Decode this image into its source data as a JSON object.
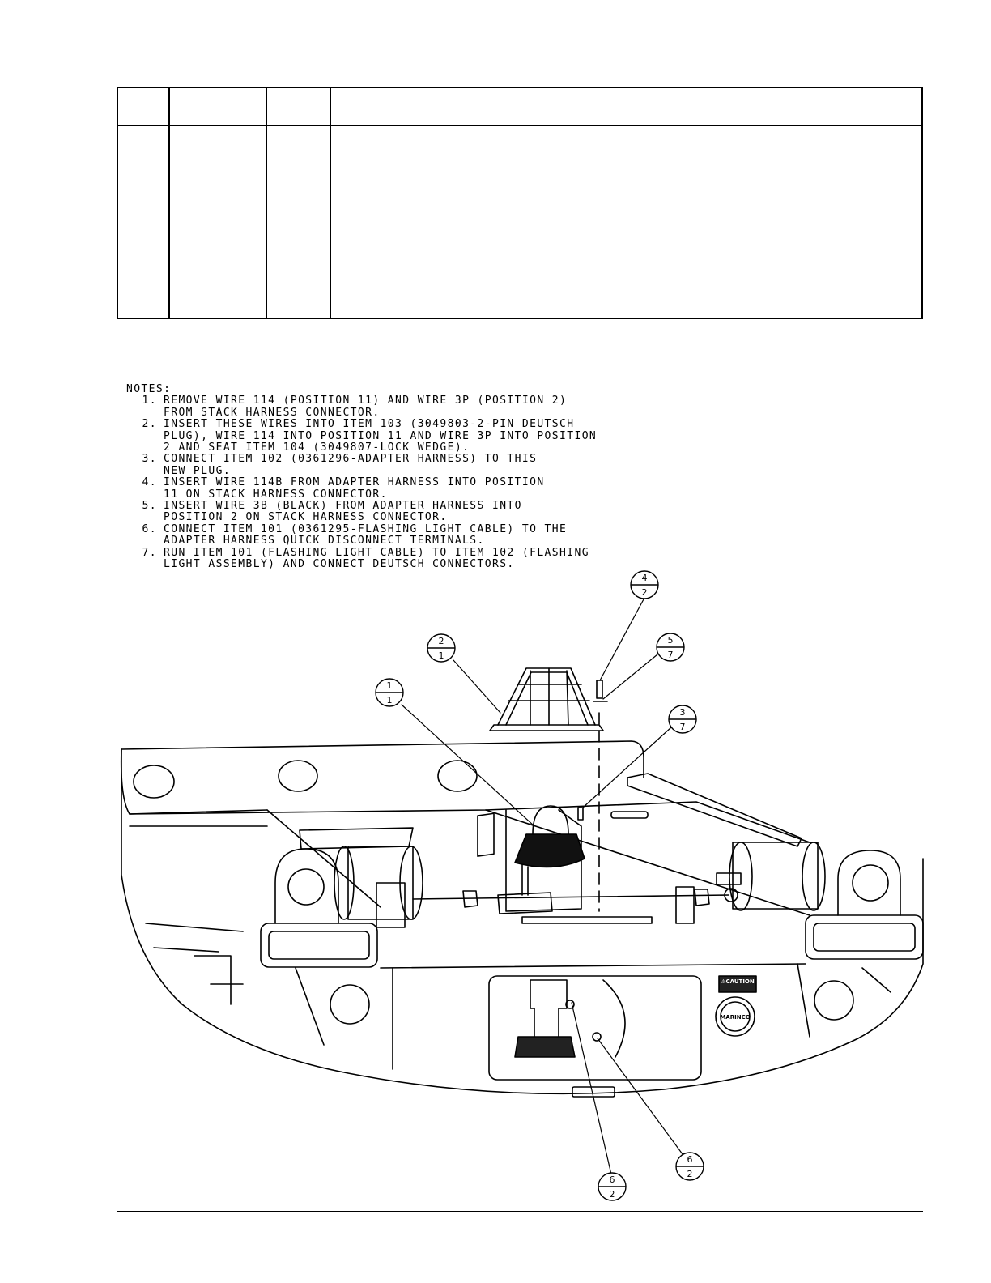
{
  "notes": {
    "title": "NOTES:",
    "items": [
      {
        "num": "1.",
        "text": "REMOVE WIRE 114 (POSITION 11) AND WIRE 3P (POSITION 2)\nFROM STACK HARNESS CONNECTOR."
      },
      {
        "num": "2.",
        "text": "INSERT THESE WIRES INTO ITEM 103 (3049803-2-PIN DEUTSCH\nPLUG), WIRE 114 INTO POSITION 11 AND WIRE 3P INTO POSITION\n2 AND SEAT ITEM 104 (3049807-LOCK WEDGE)."
      },
      {
        "num": "3.",
        "text": "CONNECT ITEM 102 (0361296-ADAPTER HARNESS) TO THIS\nNEW PLUG."
      },
      {
        "num": "4.",
        "text": "INSERT WIRE 114B FROM ADAPTER HARNESS INTO POSITION\n11 ON STACK HARNESS CONNECTOR."
      },
      {
        "num": "5.",
        "text": "INSERT WIRE 3B (BLACK) FROM ADAPTER HARNESS INTO\nPOSITION 2 ON STACK HARNESS CONNECTOR."
      },
      {
        "num": "6.",
        "text": "CONNECT ITEM 101 (0361295-FLASHING LIGHT CABLE) TO THE\nADAPTER HARNESS QUICK DISCONNECT TERMINALS."
      },
      {
        "num": "7.",
        "text": "RUN ITEM 101 (FLASHING LIGHT CABLE) TO ITEM 102 (FLASHING\nLIGHT ASSEMBLY)  AND CONNECT DEUTSCH CONNECTORS."
      }
    ]
  },
  "balloons": [
    {
      "top": "4",
      "bottom": "2"
    },
    {
      "top": "2",
      "bottom": "1"
    },
    {
      "top": "5",
      "bottom": "7"
    },
    {
      "top": "1",
      "bottom": "1"
    },
    {
      "top": "3",
      "bottom": "7"
    },
    {
      "top": "6",
      "bottom": "2"
    },
    {
      "top": "6",
      "bottom": "2"
    }
  ],
  "decals": {
    "caution": "⚠CAUTION",
    "badge": "MARINCO"
  },
  "colors": {
    "line": "#000000",
    "paper": "#ffffff",
    "decal_fill": "#222222"
  }
}
